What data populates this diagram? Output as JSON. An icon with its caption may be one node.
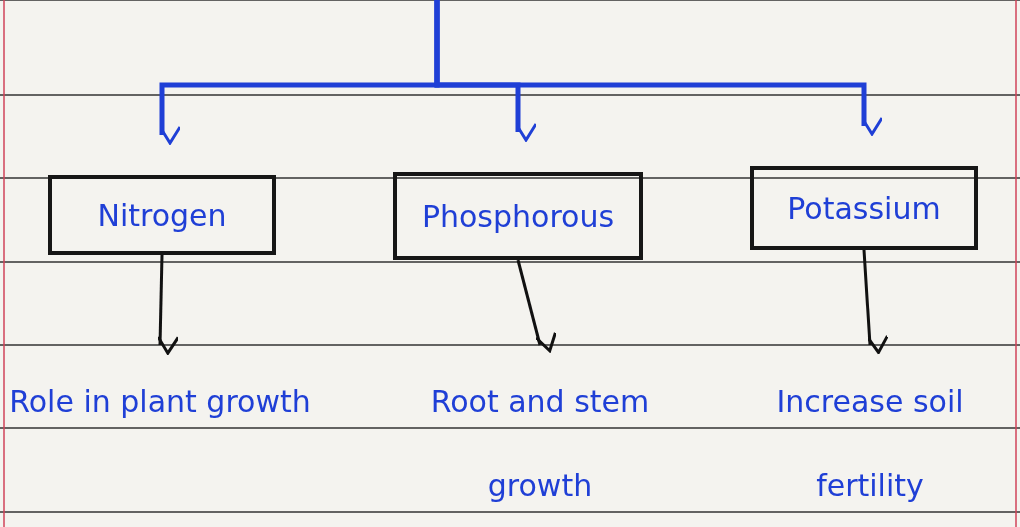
{
  "diagram": {
    "nodes": [
      {
        "text": [
          "Nitrogen"
        ]
      },
      {
        "text": [
          "Phosphorous"
        ]
      },
      {
        "text": [
          "Potassium"
        ]
      },
      {
        "text": [
          "Role in plant growth"
        ]
      },
      {
        "text": [
          "Root and stem growth"
        ]
      },
      {
        "text": [
          "Increase soil fertility"
        ]
      }
    ],
    "edges": [
      {
        "from": null,
        "to": 0,
        "arrow": "to",
        "color": "#1f3fd6"
      },
      {
        "from": null,
        "to": 1,
        "arrow": "to",
        "color": "#1f3fd6"
      },
      {
        "from": null,
        "to": 2,
        "arrow": "to",
        "color": "#1f3fd6"
      },
      {
        "from": 0,
        "to": 3,
        "arrow": "to",
        "color": "#111111"
      },
      {
        "from": 1,
        "to": 4,
        "arrow": "to",
        "color": "#111111"
      },
      {
        "from": 2,
        "to": 5,
        "arrow": "to",
        "color": "#111111"
      }
    ]
  }
}
